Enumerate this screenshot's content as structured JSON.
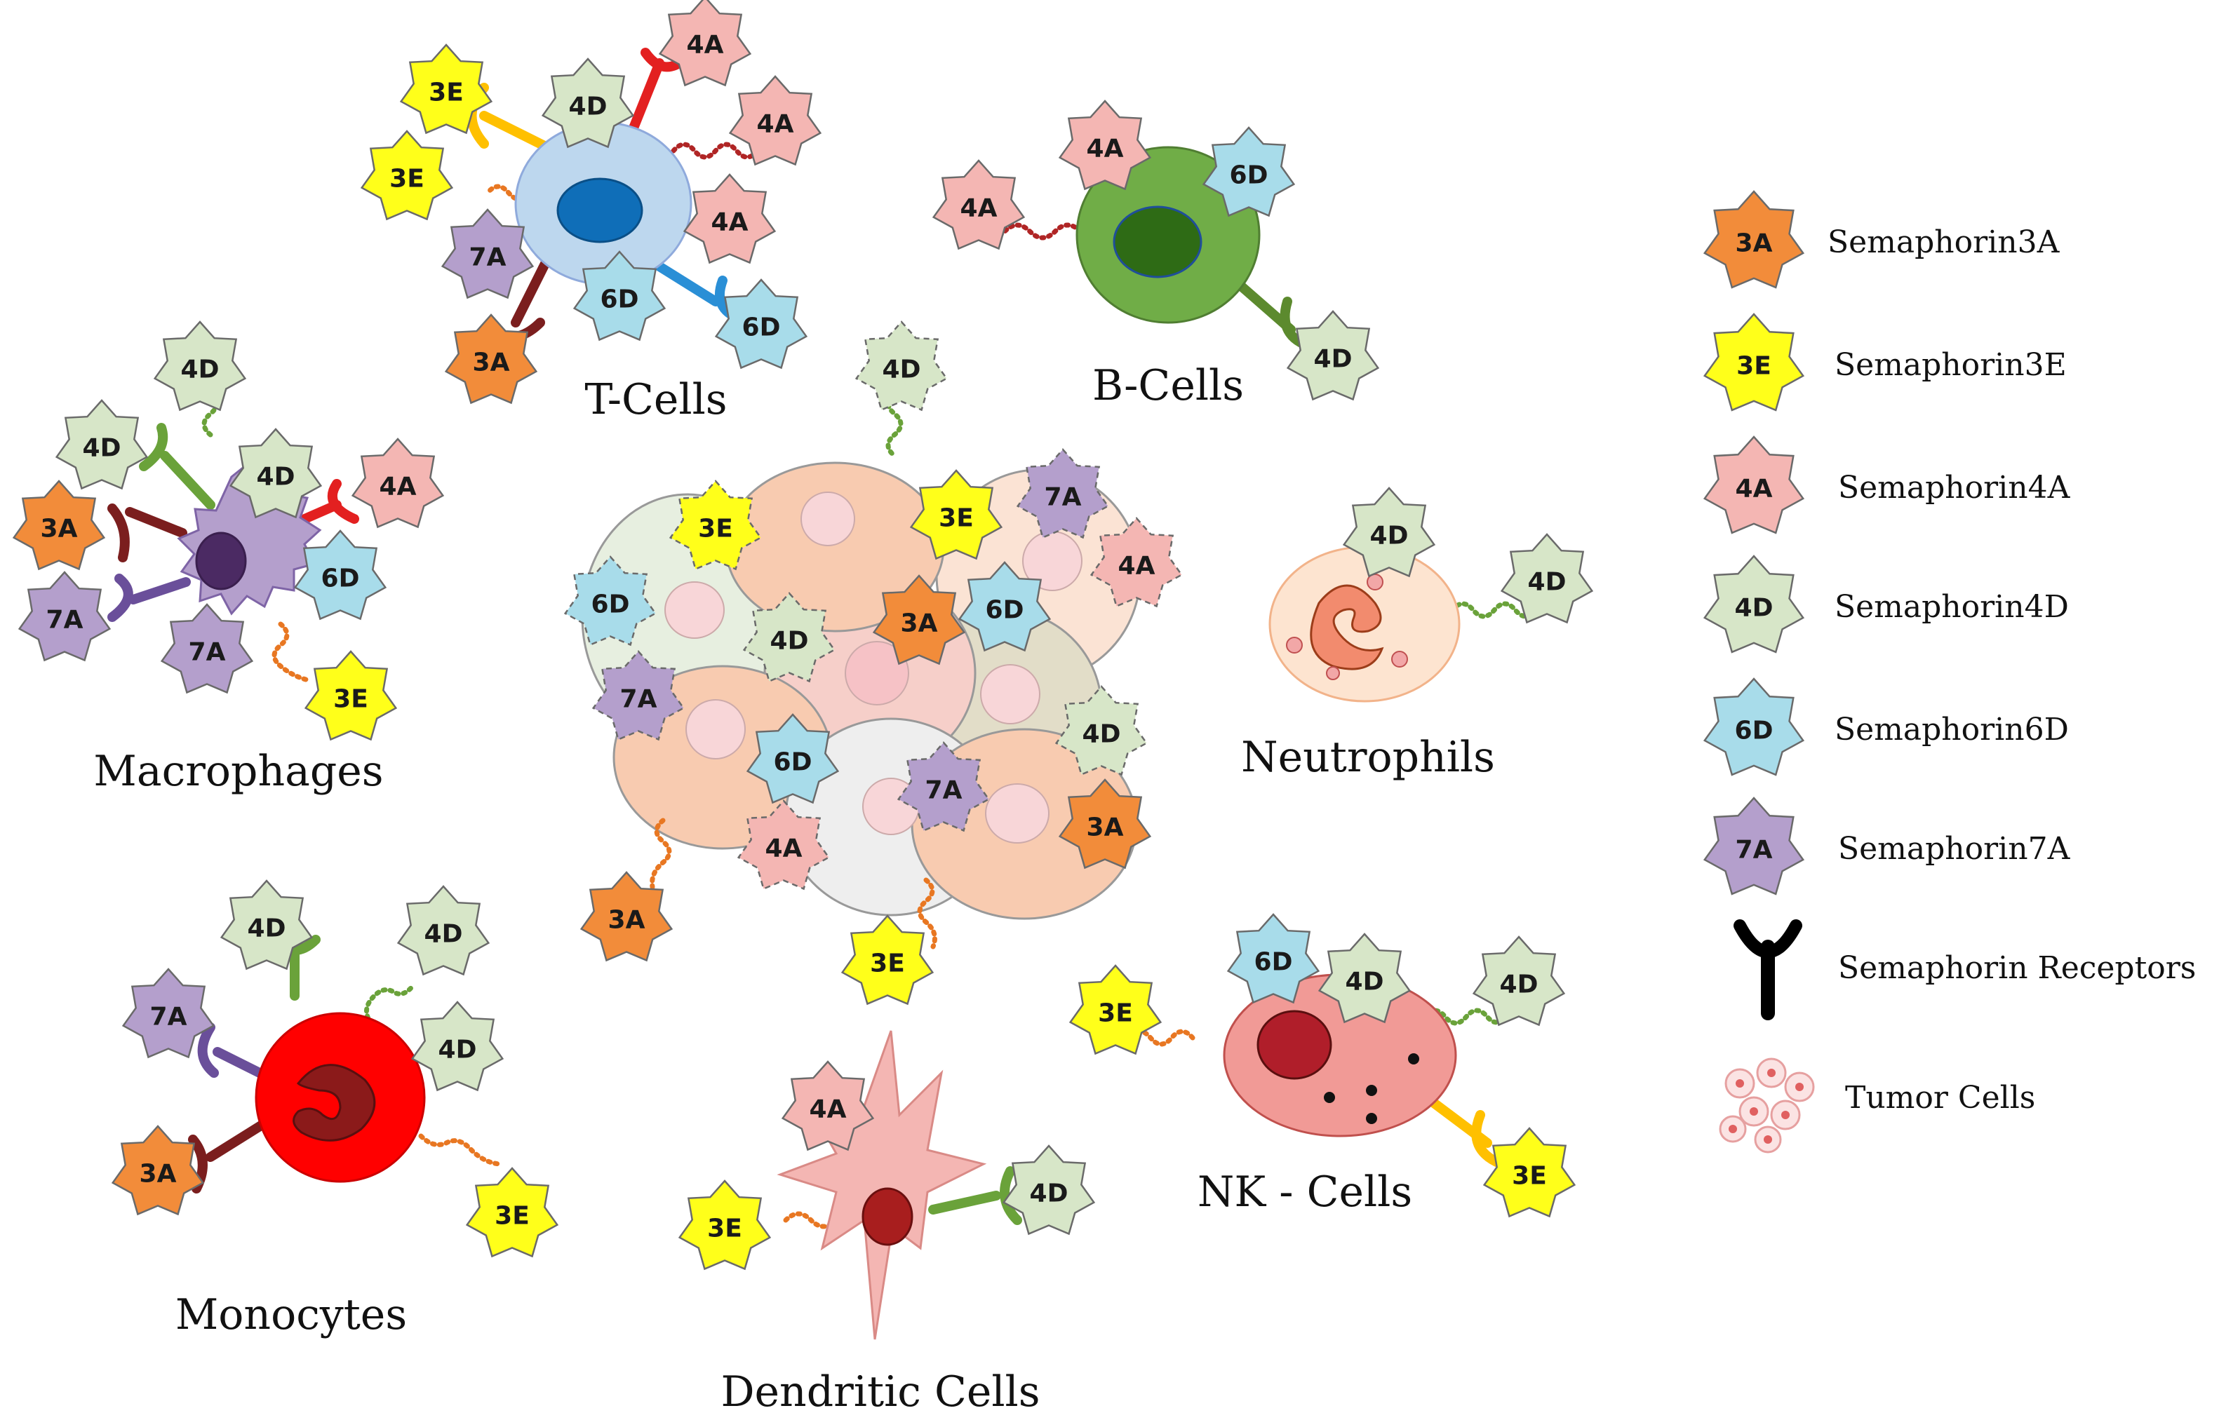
{
  "colors": {
    "3A": "#f28c3a",
    "3E": "#ffff1a",
    "4A": "#f4b6b3",
    "4D": "#d7e6c8",
    "6D": "#a8dcea",
    "7A": "#b49fcc"
  },
  "cells": {
    "t_cells": "T-Cells",
    "b_cells": "B-Cells",
    "macrophages": "Macrophages",
    "neutrophils": "Neutrophils",
    "monocytes": "Monocytes",
    "dendritic": "Dendritic Cells",
    "nk_cells": "NK - Cells"
  },
  "legend": [
    {
      "code": "3A",
      "label": "Semaphorin3A"
    },
    {
      "code": "3E",
      "label": "Semaphorin3E"
    },
    {
      "code": "4A",
      "label": "Semaphorin4A"
    },
    {
      "code": "4D",
      "label": "Semaphorin4D"
    },
    {
      "code": "6D",
      "label": "Semaphorin6D"
    },
    {
      "code": "7A",
      "label": "Semaphorin7A"
    }
  ],
  "legend_receptors": "Semaphorin Receptors",
  "legend_tumor": "Tumor Cells"
}
